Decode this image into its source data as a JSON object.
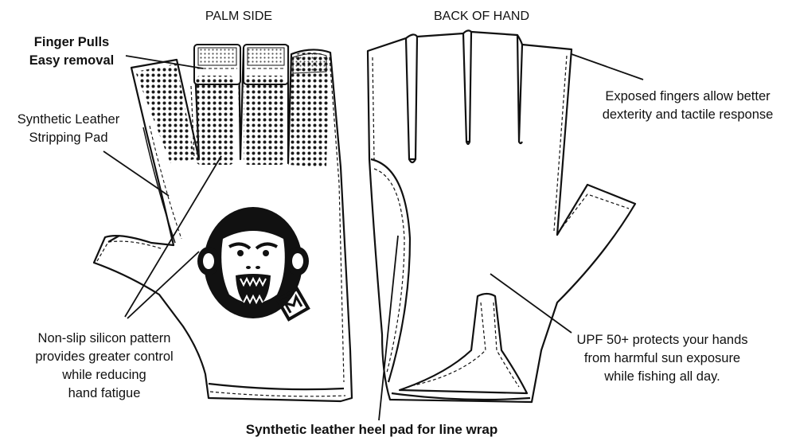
{
  "headings": {
    "palm": "PALM SIDE",
    "back": "BACK OF HAND"
  },
  "callouts": {
    "finger_pulls": {
      "line1": "Finger Pulls",
      "line2": "Easy removal"
    },
    "stripping_pad": {
      "line1": "Synthetic Leather",
      "line2": "Stripping Pad"
    },
    "exposed_fingers": {
      "line1": "Exposed fingers allow better",
      "line2": "dexterity and tactile response"
    },
    "non_slip": {
      "line1": "Non-slip silicon pattern",
      "line2": "provides greater control",
      "line3": "while reducing",
      "line4": "hand fatigue"
    },
    "upf": {
      "line1": "UPF 50+ protects your hands",
      "line2": "from harmful sun exposure",
      "line3": "while fishing all day."
    },
    "heel_pad": {
      "line1": "Synthetic leather heel pad for line wrap"
    }
  },
  "colors": {
    "ink": "#111111",
    "background": "#ffffff",
    "dot": "#1a1a1a"
  },
  "icons": {
    "palm_logo": "chimpanzee-logo"
  }
}
